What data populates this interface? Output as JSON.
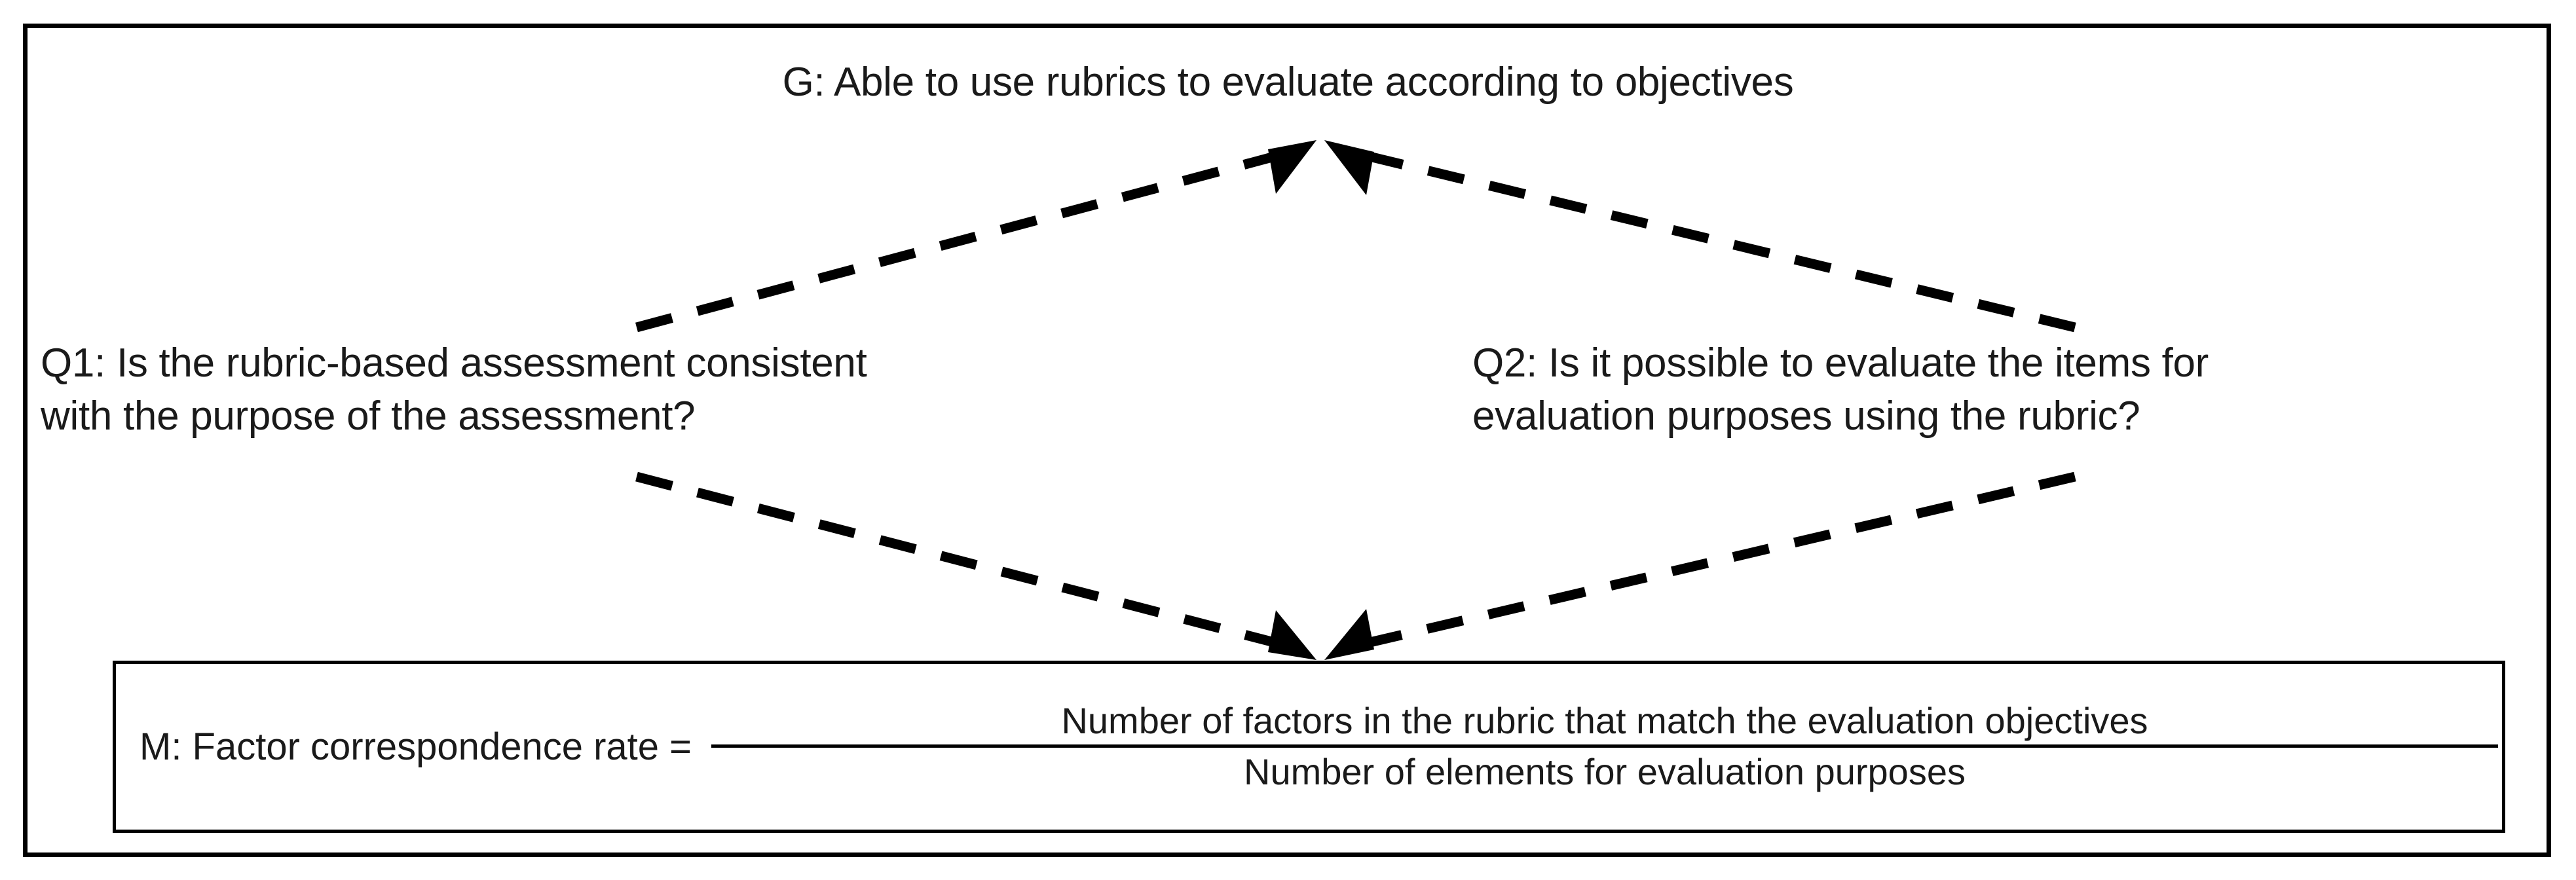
{
  "diagram": {
    "title_role": "GQM goal-question-metric diagram",
    "goal": {
      "id": "G",
      "text": "G: Able to use rubrics to evaluate according to objectives"
    },
    "questions": [
      {
        "id": "Q1",
        "text": "Q1: Is the rubric-based assessment consistent\nwith the purpose of the assessment?"
      },
      {
        "id": "Q2",
        "text": "Q2: Is it possible to evaluate the items for\nevaluation purposes using the rubric?"
      }
    ],
    "metric": {
      "id": "M",
      "label": "M: Factor correspondence rate =",
      "numerator": "Number of factors in the rubric that match the evaluation objectives",
      "denominator": "Number of elements for evaluation purposes"
    },
    "connectors": [
      {
        "name": "q1-to-goal",
        "from": "Q1",
        "to": "G",
        "style": "dashed",
        "arrowhead": "at-goal"
      },
      {
        "name": "q2-to-goal",
        "from": "Q2",
        "to": "G",
        "style": "dashed",
        "arrowhead": "at-goal"
      },
      {
        "name": "q1-to-metric",
        "from": "Q1",
        "to": "M",
        "style": "dashed",
        "arrowhead": "at-metric"
      },
      {
        "name": "q2-to-metric",
        "from": "Q2",
        "to": "M",
        "style": "dashed",
        "arrowhead": "at-metric"
      }
    ],
    "colors": {
      "stroke": "#000000",
      "text": "#1a1a1a",
      "background": "#ffffff"
    }
  }
}
